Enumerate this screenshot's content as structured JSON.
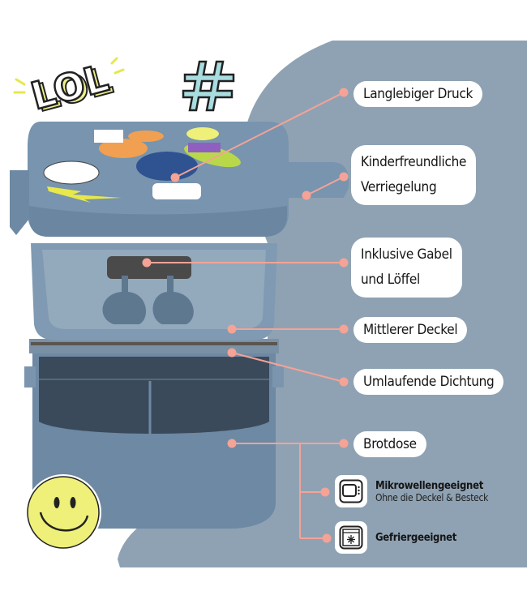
{
  "colors": {
    "panel_bg": "#8fa2b3",
    "box_blue": "#6d89a3",
    "box_light": "#87a1b8",
    "box_dark": "#3a4a5a",
    "callout_line": "#f4a396",
    "label_bg": "#ffffff",
    "label_text": "#151515",
    "lol_yellow": "#eef08a",
    "hash_cyan": "#a8dde0",
    "smiley_yellow": "#eef07a"
  },
  "decorations": {
    "lol_sticker": "LOL",
    "hash_sticker": "#"
  },
  "callouts": [
    {
      "label": "Langlebiger Druck"
    },
    {
      "label_line1": "Kinderfreundliche",
      "label_line2": "Verriegelung"
    },
    {
      "label_line1": "Inklusive Gabel",
      "label_line2": "und Löffel"
    },
    {
      "label": "Mittlerer Deckel"
    },
    {
      "label": "Umlaufende Dichtung"
    },
    {
      "label": "Brotdose"
    }
  ],
  "features": [
    {
      "icon": "microwave-icon",
      "title": "Mikrowellengeeignet",
      "subtitle": "Ohne die Deckel & Besteck"
    },
    {
      "icon": "freezer-icon",
      "title": "Gefriergeeignet"
    }
  ]
}
